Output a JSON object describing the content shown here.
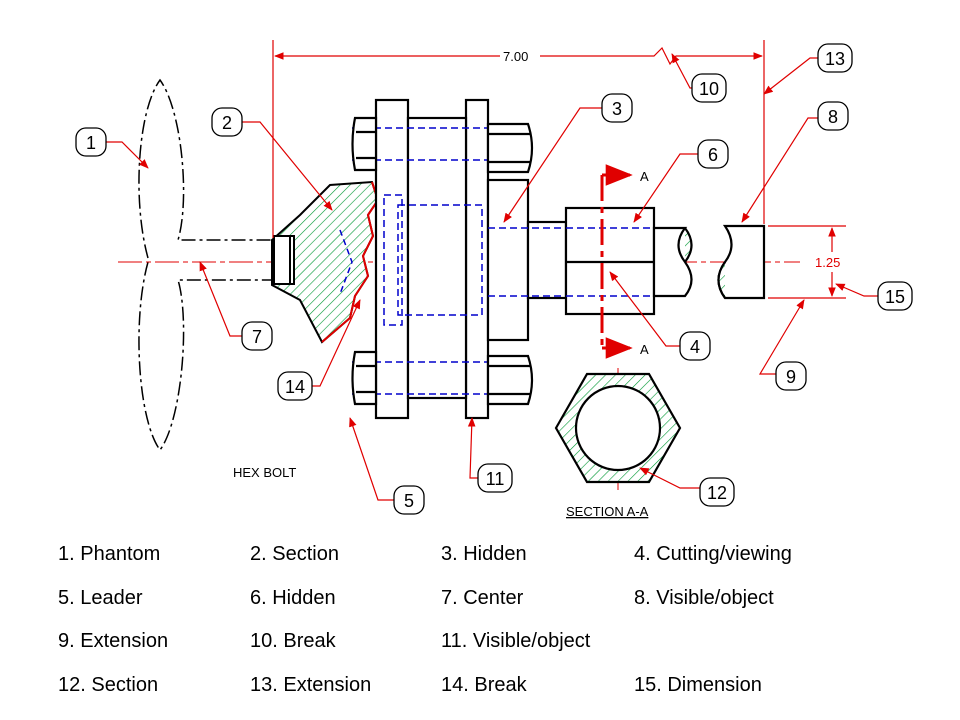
{
  "drawing": {
    "dimension_overall": "7.00",
    "dimension_diameter": "1.25",
    "label_hex_bolt": "HEX BOLT",
    "label_section_title": "SECTION A-A",
    "cutting_plane_letter_top": "A",
    "cutting_plane_letter_bottom": "A",
    "callouts": [
      "1",
      "2",
      "3",
      "4",
      "5",
      "6",
      "7",
      "8",
      "9",
      "10",
      "11",
      "12",
      "13",
      "14",
      "15"
    ],
    "colors": {
      "object_line": "#000000",
      "hidden_line": "#0000cc",
      "leader_and_cutting_plane": "#e00000",
      "section_hatch": "#009933"
    }
  },
  "legend": {
    "rows": [
      [
        "1. Phantom",
        "2. Section",
        "3. Hidden",
        "4. Cutting/viewing"
      ],
      [
        "5. Leader",
        "6. Hidden",
        "7. Center",
        "8. Visible/object"
      ],
      [
        "9. Extension",
        "10. Break",
        "11. Visible/object",
        ""
      ],
      [
        "12. Section",
        "13. Extension",
        "14. Break",
        "15. Dimension"
      ]
    ]
  }
}
